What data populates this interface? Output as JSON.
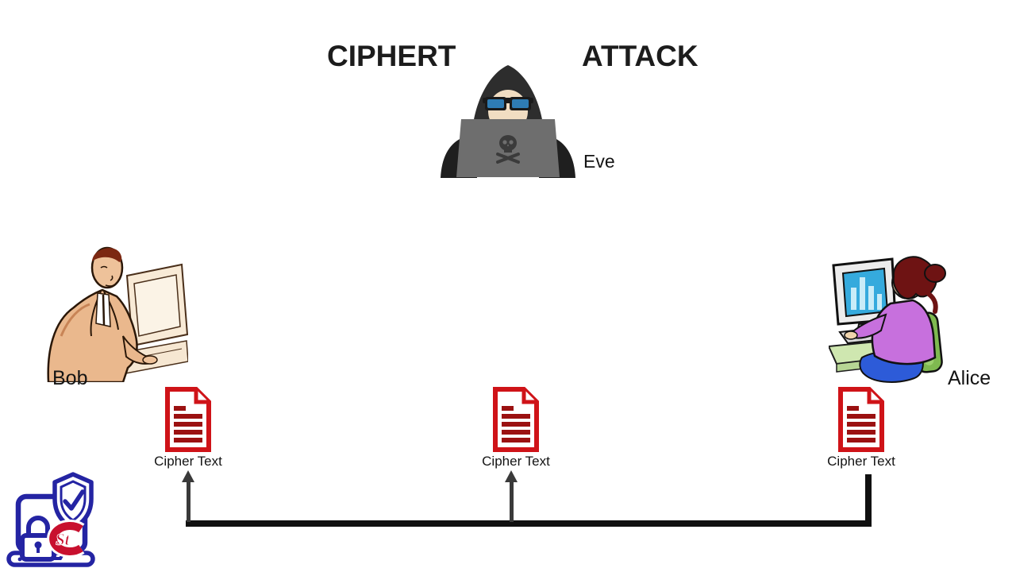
{
  "slide": {
    "title": {
      "left": "CIPHERT",
      "right": "ATTACK",
      "implied_full": "CIPHERTEXT ATTACK"
    },
    "background_color": "#ffffff"
  },
  "actors": {
    "eve": {
      "label": "Eve",
      "icon": "hacker-with-laptop-icon"
    },
    "bob": {
      "label": "Bob",
      "icon": "man-at-computer-clipart"
    },
    "alice": {
      "label": "Alice",
      "icon": "woman-at-computer-clipart"
    }
  },
  "documents": [
    {
      "label": "Cipher Text",
      "icon": "red-document-icon"
    },
    {
      "label": "Cipher Text",
      "icon": "red-document-icon"
    },
    {
      "label": "Cipher Text",
      "icon": "red-document-icon"
    }
  ],
  "connector": {
    "shape": "elbow-with-two-up-arrows",
    "arrow_targets": [
      "documents.0",
      "documents.1"
    ],
    "plain_elbow_target": "documents.2"
  },
  "branding": {
    "icon": "cybersecurity-shield-lock-laptop-logo",
    "overlay_icon": "st-cloud-state-sc-logo"
  },
  "icons": {
    "skull": "skull-and-crossbones-icon",
    "glasses": "blue-sunglasses-icon",
    "shield_check": "shield-checkmark-icon",
    "padlock": "padlock-icon",
    "laptop_outline": "laptop-outline-icon"
  },
  "colors": {
    "title_text": "#1c1c1c",
    "document_border_red": "#cf1318",
    "document_lines_red": "#9b1111",
    "connector_black": "#101010",
    "arrow_gray": "#3a3a3a",
    "hood_black": "#2d2d2d",
    "laptop_gray": "#6e6e6e",
    "glasses_blue": "#2e7cb4",
    "face_tan": "#f1ddc2",
    "logo_blue": "#2424a3",
    "logo_red": "#c8102e",
    "alice_shirt_purple": "#c770dd",
    "alice_hair_maroon": "#6e1313",
    "alice_desk_green": "#cfe7b0",
    "alice_seat_blue": "#2d5bd8",
    "alice_screen_blue": "#35aadd",
    "bob_suit_tan": "#eab88d"
  }
}
